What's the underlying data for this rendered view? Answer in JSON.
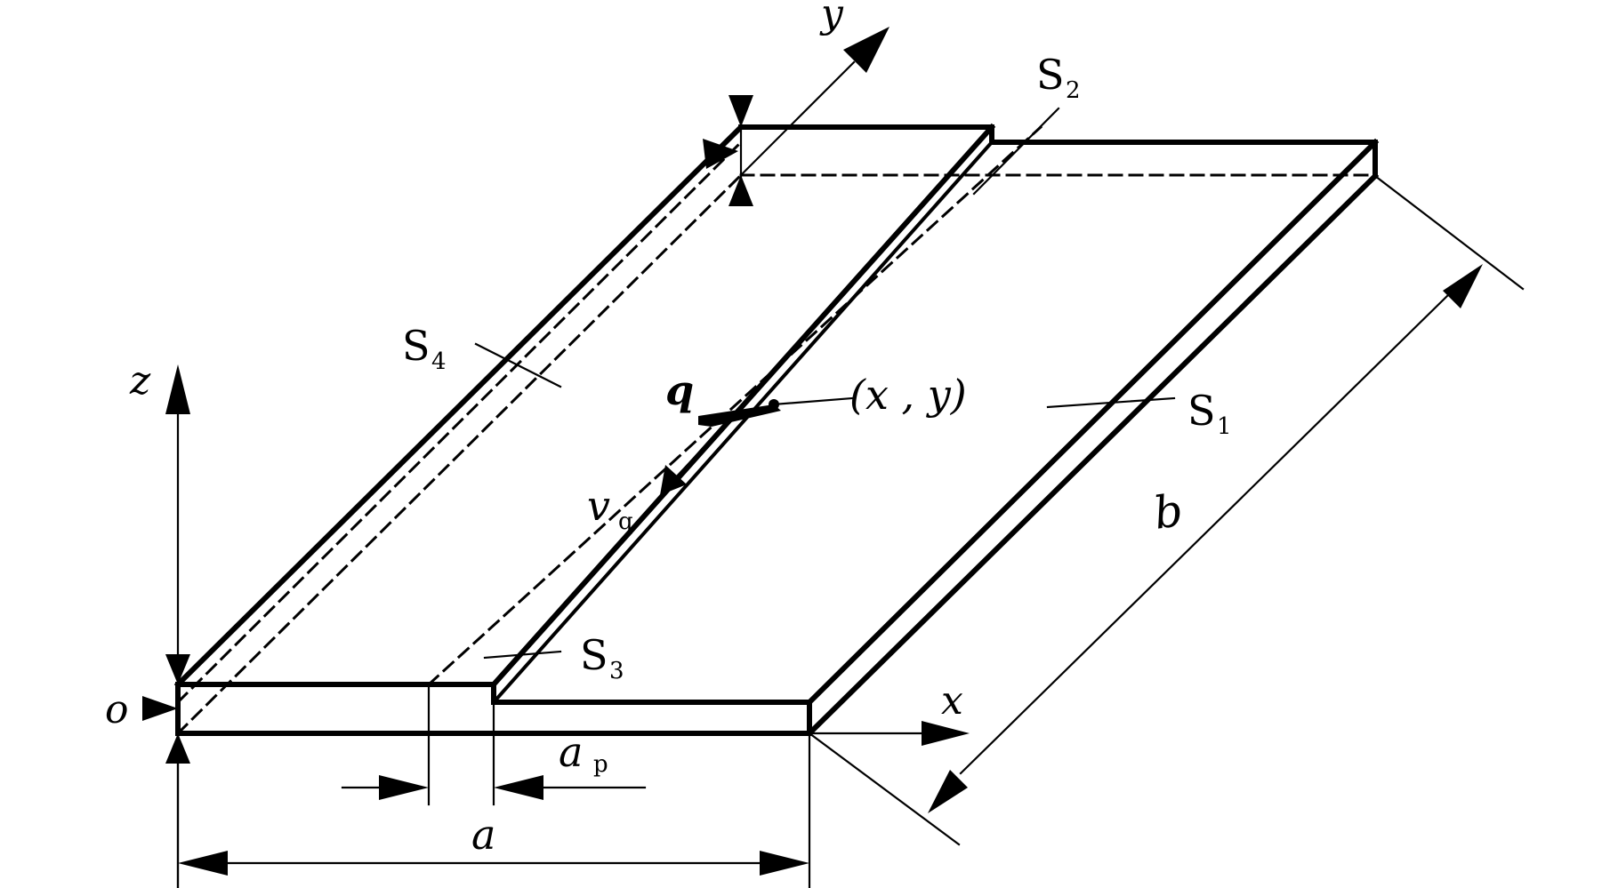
{
  "labels": {
    "axis_x": "x",
    "axis_y": "y",
    "axis_z": "z",
    "origin": "o",
    "width": "a",
    "strip_width": "a",
    "strip_width_sub": "p",
    "length": "b",
    "heat_source": "q",
    "velocity": "v",
    "velocity_sub": "q",
    "point": "(x , y)",
    "surface_1": "S",
    "surface_1_sub": "1",
    "surface_2": "S",
    "surface_2_sub": "2",
    "surface_3": "S",
    "surface_3_sub": "3",
    "surface_4": "S",
    "surface_4_sub": "4"
  },
  "colors": {
    "line": "#000000",
    "background": "#ffffff"
  }
}
